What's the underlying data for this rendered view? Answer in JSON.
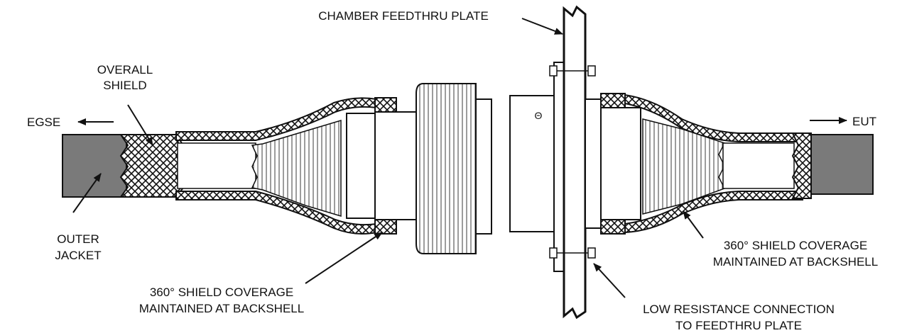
{
  "labels": {
    "chamber_plate": "CHAMBER FEEDTHRU PLATE",
    "overall_shield_1": "OVERALL",
    "overall_shield_2": "SHIELD",
    "egse": "EGSE",
    "eut": "EUT",
    "outer_jacket_1": "OUTER",
    "outer_jacket_2": "JACKET",
    "left_coverage_1": "360° SHIELD COVERAGE",
    "left_coverage_2": "MAINTAINED AT BACKSHELL",
    "right_coverage_1": "360° SHIELD COVERAGE",
    "right_coverage_2": "MAINTAINED AT BACKSHELL",
    "low_res_1": "LOW RESISTANCE CONNECTION",
    "low_res_2": "TO FEEDTHRU PLATE",
    "receptacle_mark": "Θ"
  }
}
